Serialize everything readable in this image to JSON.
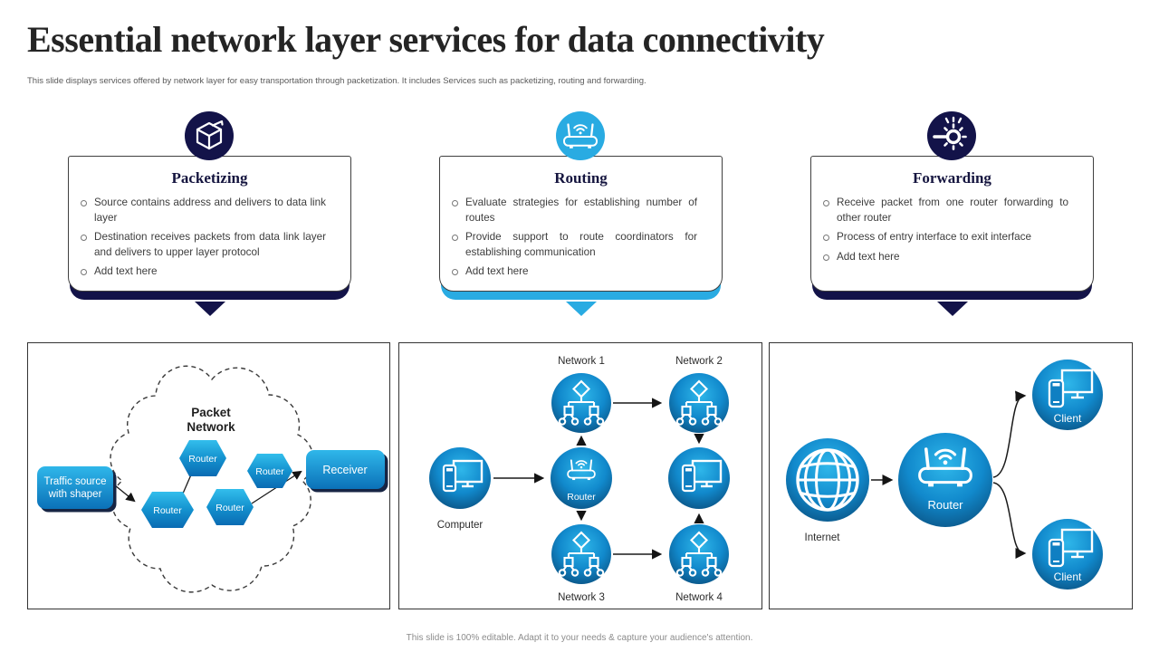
{
  "slide": {
    "title": "Essential network layer services for data connectivity",
    "subtitle": "This slide displays services offered by network layer for easy transportation through packetization. It includes Services such as packetizing, routing and forwarding.",
    "footer": "This slide is 100% editable. Adapt it to your needs & capture your audience's attention."
  },
  "colors": {
    "navy": "#131349",
    "accent_blue": "#29ABE2",
    "circle_gradient_top": "#2FB7EA",
    "circle_gradient_bottom": "#07355C"
  },
  "cards": [
    {
      "title": "Packetizing",
      "icon": "package-icon",
      "accent": "navy",
      "bullets": [
        "Source contains address and delivers to data link layer",
        "Destination receives packets from data link layer and delivers to upper layer protocol",
        "Add text here"
      ]
    },
    {
      "title": "Routing",
      "icon": "wifi-router-icon",
      "accent": "blue",
      "bullets": [
        "Evaluate strategies for establishing number of routes",
        "Provide support to route coordinators for establishing communication",
        "Add text here"
      ]
    },
    {
      "title": "Forwarding",
      "icon": "gear-icon",
      "accent": "navy",
      "bullets": [
        "Receive packet from one router forwarding to other router",
        "Process of entry interface to exit interface",
        "Add text here"
      ]
    }
  ],
  "diagram_packetizing": {
    "cloud_label_lines": [
      "Packet",
      "Network"
    ],
    "source_label_lines": [
      "Traffic source",
      "with shaper"
    ],
    "receiver_label": "Receiver",
    "routers": [
      "Router",
      "Router",
      "Router",
      "Router"
    ]
  },
  "diagram_routing": {
    "networks": [
      "Network 1",
      "Network 2",
      "Network 3",
      "Network 4"
    ],
    "computer_label": "Computer",
    "router_label": "Router"
  },
  "diagram_forwarding": {
    "internet_label": "Internet",
    "router_label": "Router",
    "clients": [
      "Client",
      "Client"
    ]
  }
}
